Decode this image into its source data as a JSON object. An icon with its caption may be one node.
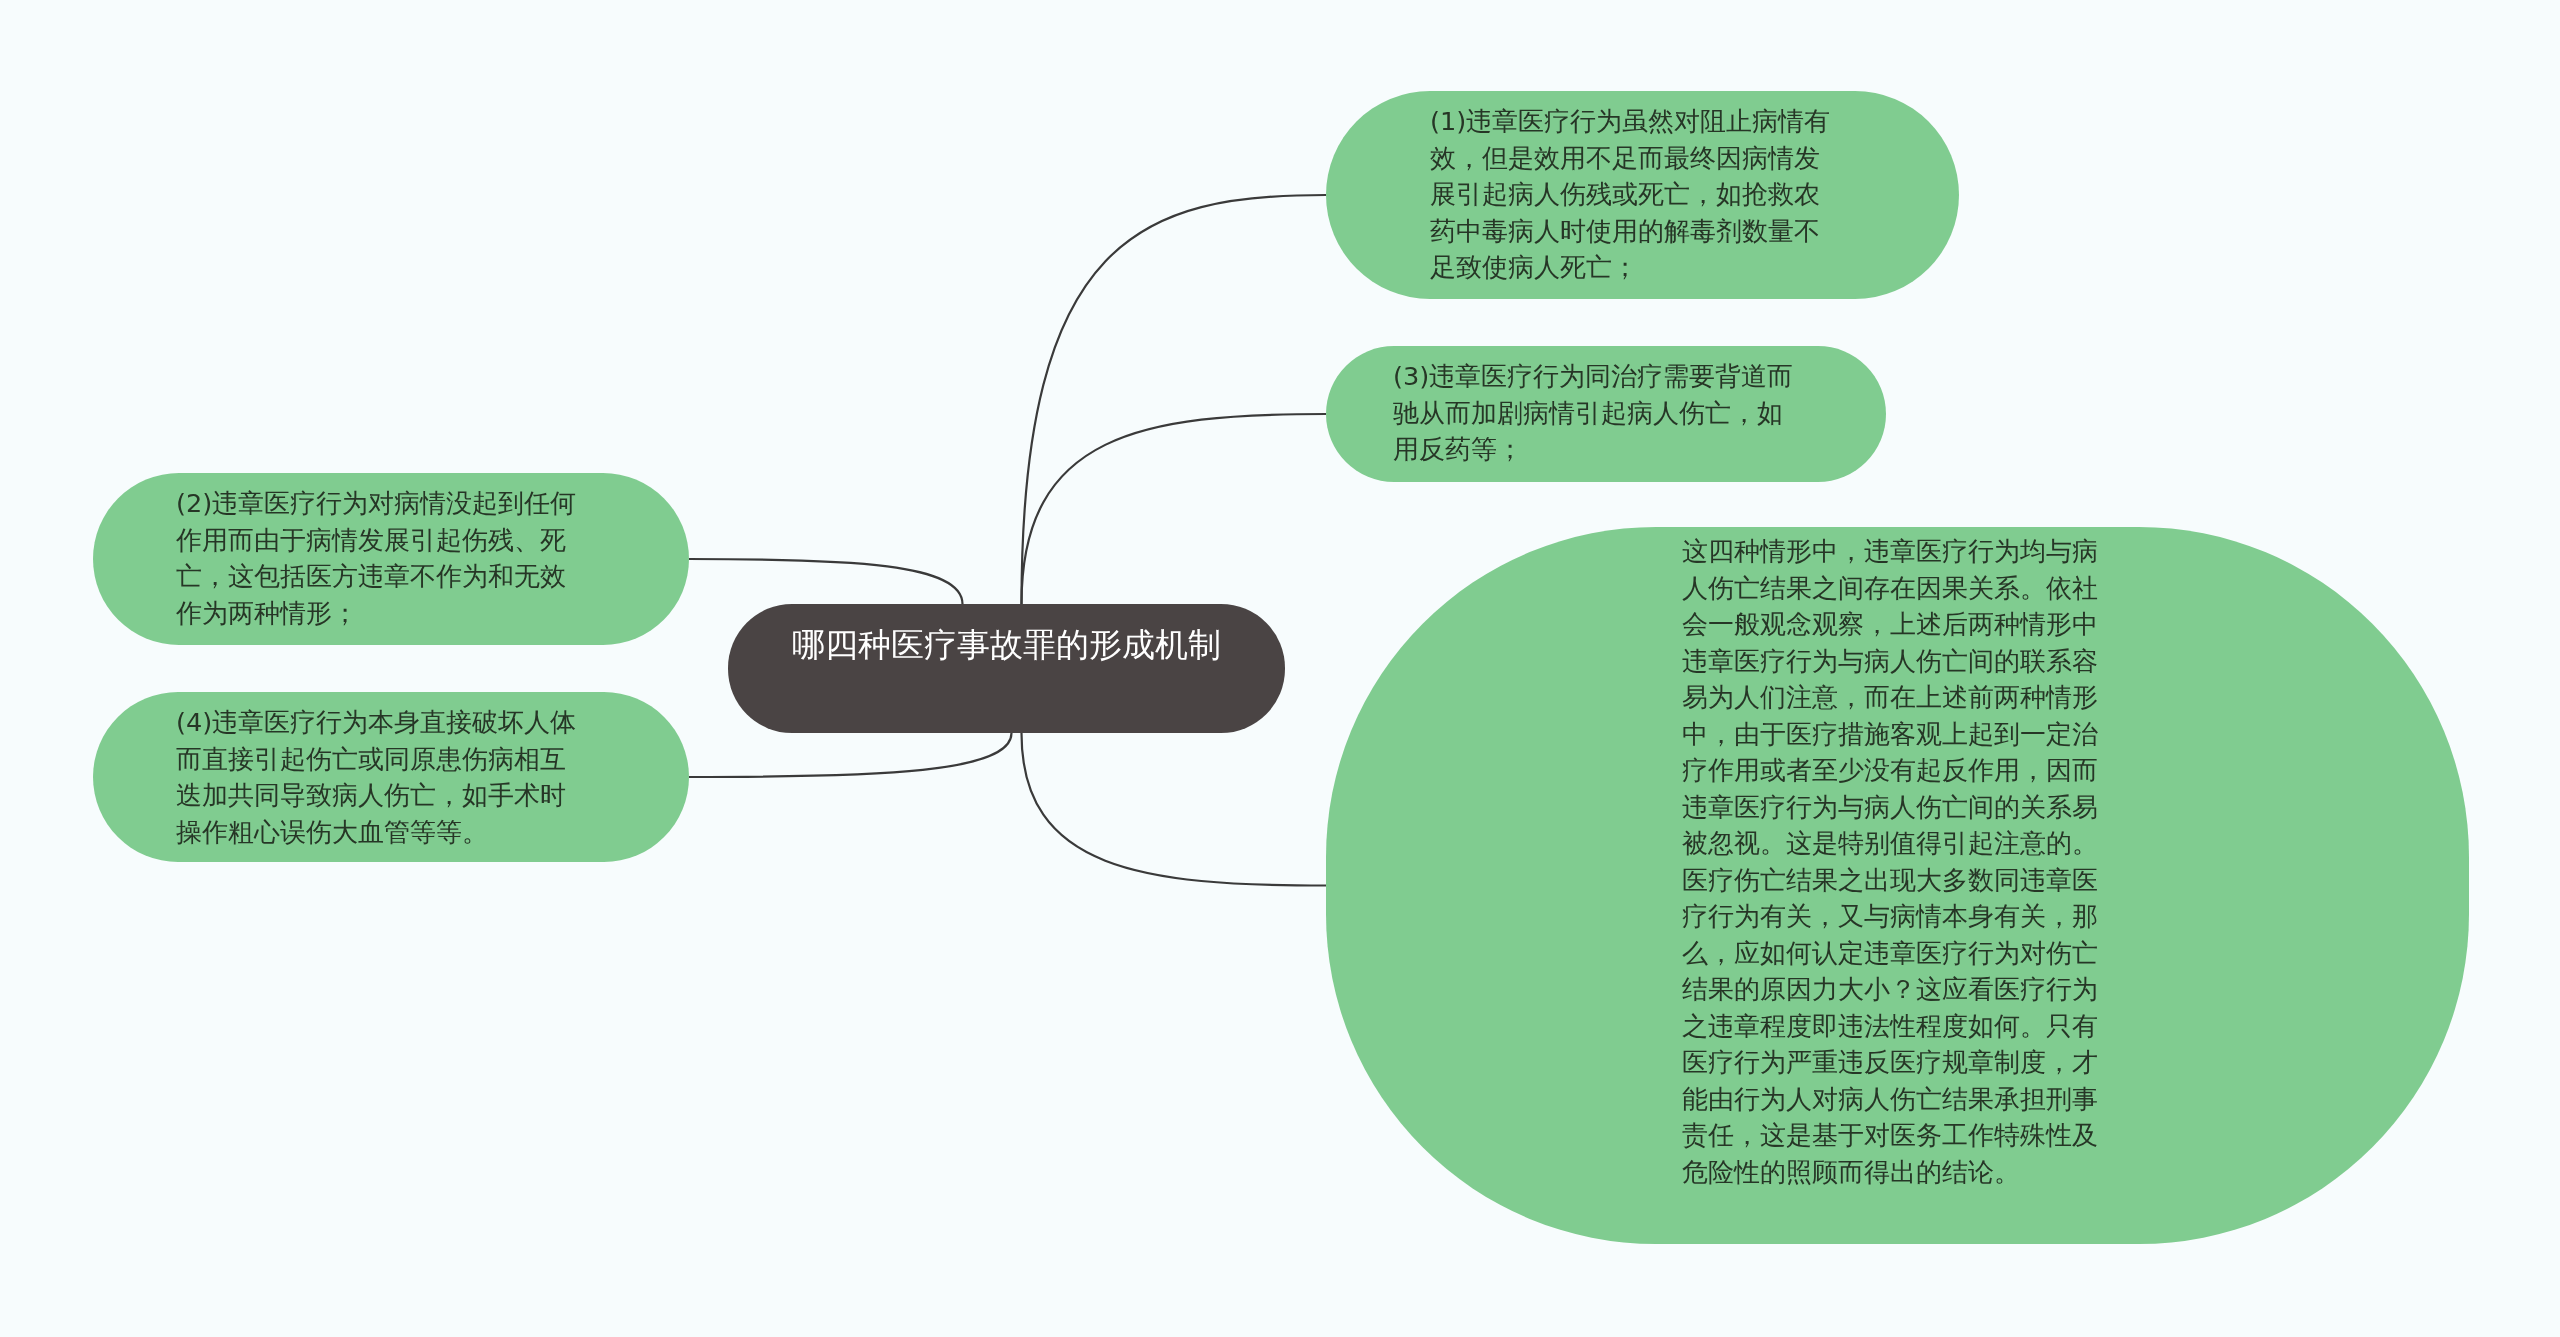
{
  "diagram": {
    "nodes": [
      {
        "text": [
          "哪四种医疗事故罪的形成机制"
        ]
      },
      {
        "text": [
          "(1)违章医疗行为虽然对阻止病情有效，但是效用不足而最终因病情发展引起病人伤残或死亡，如抢救农药中毒病人时使用的解毒剂数量不足致使病人死亡；"
        ]
      },
      {
        "text": [
          "(2)违章医疗行为对病情没起到任何作用而由于病情发展引起伤残、死亡，这包括医方违章不作为和无效作为两种情形；"
        ]
      },
      {
        "text": [
          "(3)违章医疗行为同治疗需要背道而驰从而加剧病情引起病人伤亡，如用反药等；"
        ]
      },
      {
        "text": [
          "(4)违章医疗行为本身直接破坏人体而直接引起伤亡或同原患伤病相互迭加共同导致病人伤亡，如手术时操作粗心误伤大血管等等。"
        ]
      },
      {
        "text": [
          "这四种情形中，违章医疗行为均与病人伤亡结果之间存在因果关系。依社会一般观念观察，上述后两种情形中违章医疗行为与病人伤亡间的联系容易为人们注意，而在上述前两种情形中，由于医疗措施客观上起到一定治疗作用或者至少没有起反作用，因而违章医疗行为与病人伤亡间的关系易被忽视。这是特别值得引起注意的。医疗伤亡结果之出现大多数同违章医疗行为有关，又与病情本身有关，那么，应如何认定违章医疗行为对伤亡结果的原因力大小？这应看医疗行为之违章程度即违法性程度如何。只有医疗行为严重违反医疗规章制度，才能由行为人对病人伤亡结果承担刑事责任，这是基于对医务工作特殊性及危险性的照顾而得出的结论。"
        ]
      }
    ],
    "edges": [
      {
        "from": 0,
        "to": 1,
        "arrow": "none"
      },
      {
        "from": 0,
        "to": 3,
        "arrow": "none"
      },
      {
        "from": 0,
        "to": 2,
        "arrow": "none"
      },
      {
        "from": 0,
        "to": 4,
        "arrow": "none"
      },
      {
        "from": 0,
        "to": 5,
        "arrow": "none"
      }
    ]
  }
}
